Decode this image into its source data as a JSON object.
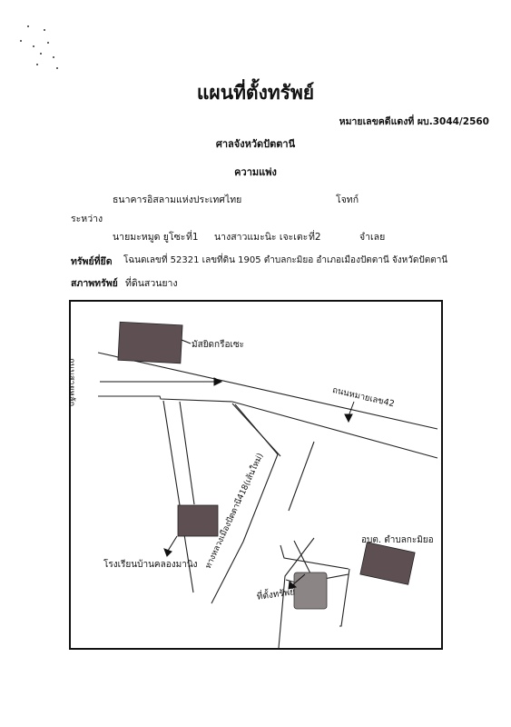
{
  "title": "แผนที่ตั้งทรัพย์",
  "case_number": "หมายเลขคดีแดงที่ ผบ.3044/2560",
  "court": "ศาลจังหวัดปัตตานี",
  "case_type": "ความแพ่ง",
  "plaintiff": {
    "name": "ธนาคารอิสลามแห่งประเทศไทย",
    "role": "โจทก์"
  },
  "between_label": "ระหว่าง",
  "defendants": [
    {
      "name": "นายมะหมูด ยูโซะ",
      "order": "ที่1"
    },
    {
      "name": "นางสาวแมะนิะ เจะเตะ",
      "order": "ที่2"
    }
  ],
  "defendant_role": "จำเลย",
  "seized_property": {
    "label": "ทรัพย์ที่ยึด",
    "text": "โฉนดเลขที่ 52321  เลขที่ดิน 1905  ตำบลกะมิยอ อำเภอเมืองปัตตานี จังหวัดปัตตานี"
  },
  "property_condition": {
    "label": "สภาพทรัพย์",
    "text": "ที่ดินสวนยาง"
  },
  "map": {
    "mosque": "มัสยิดกรือเซะ",
    "road_left": "ถนนสายหลัก",
    "highway42": "ถนนหมายเลข42",
    "road_center": "ทางหลวงเมืองปัตตานี418(เส้นใหม่)",
    "school": "โรงเรียนบ้านคลองมานิง",
    "sao": "อบต. ตำบลกะมิยอ",
    "property": "ที่ตั้งทรัพย์",
    "colors": {
      "building": "#5e4f52",
      "property": "#8c8586"
    }
  }
}
